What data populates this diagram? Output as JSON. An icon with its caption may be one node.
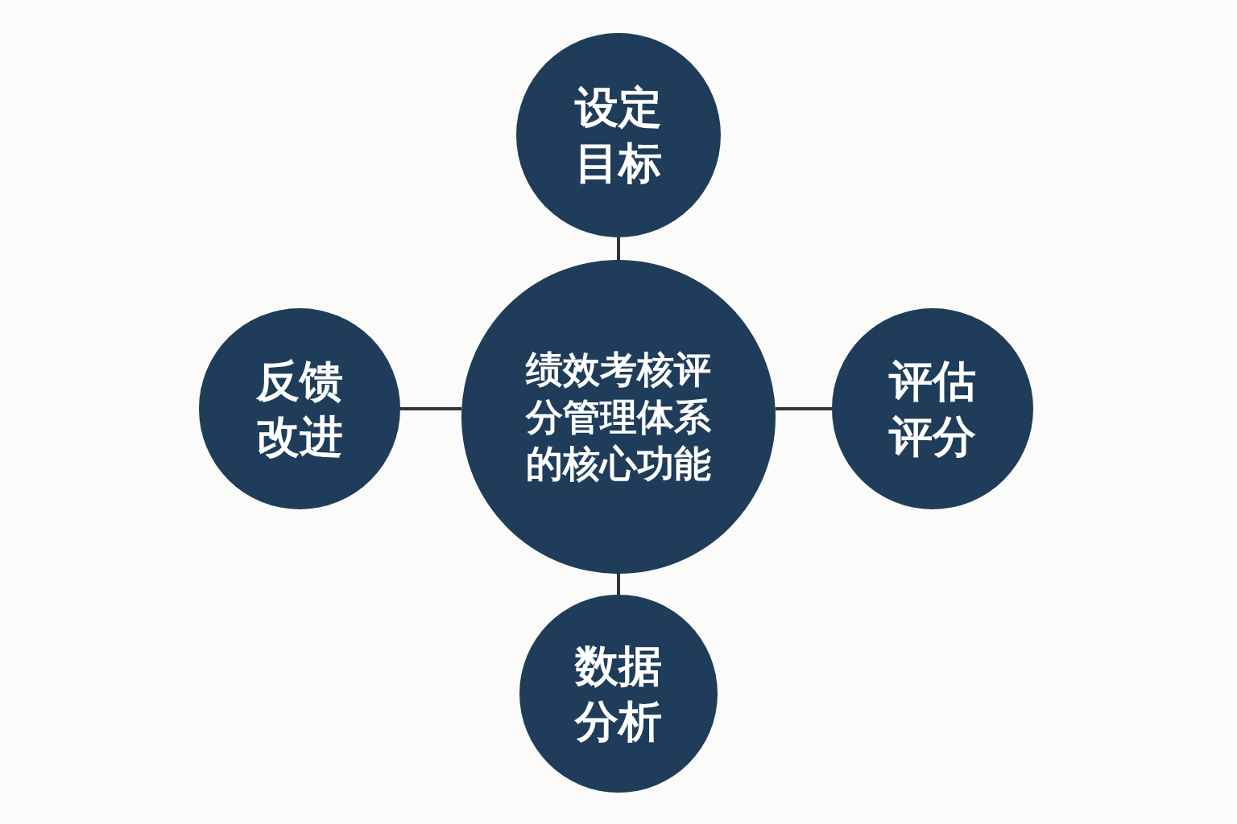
{
  "diagram": {
    "nodes": [
      {
        "text": [
          "绩效考核评分管理体系的核心功能"
        ]
      },
      {
        "text": [
          "设定目标"
        ]
      },
      {
        "text": [
          "反馈改进"
        ]
      },
      {
        "text": [
          "评估评分"
        ]
      },
      {
        "text": [
          "数据分析"
        ]
      }
    ],
    "edges": [
      {
        "from": 0,
        "to": 1,
        "arrow": "none"
      },
      {
        "from": 0,
        "to": 2,
        "arrow": "none"
      },
      {
        "from": 0,
        "to": 3,
        "arrow": "none"
      },
      {
        "from": 0,
        "to": 4,
        "arrow": "none"
      }
    ]
  }
}
